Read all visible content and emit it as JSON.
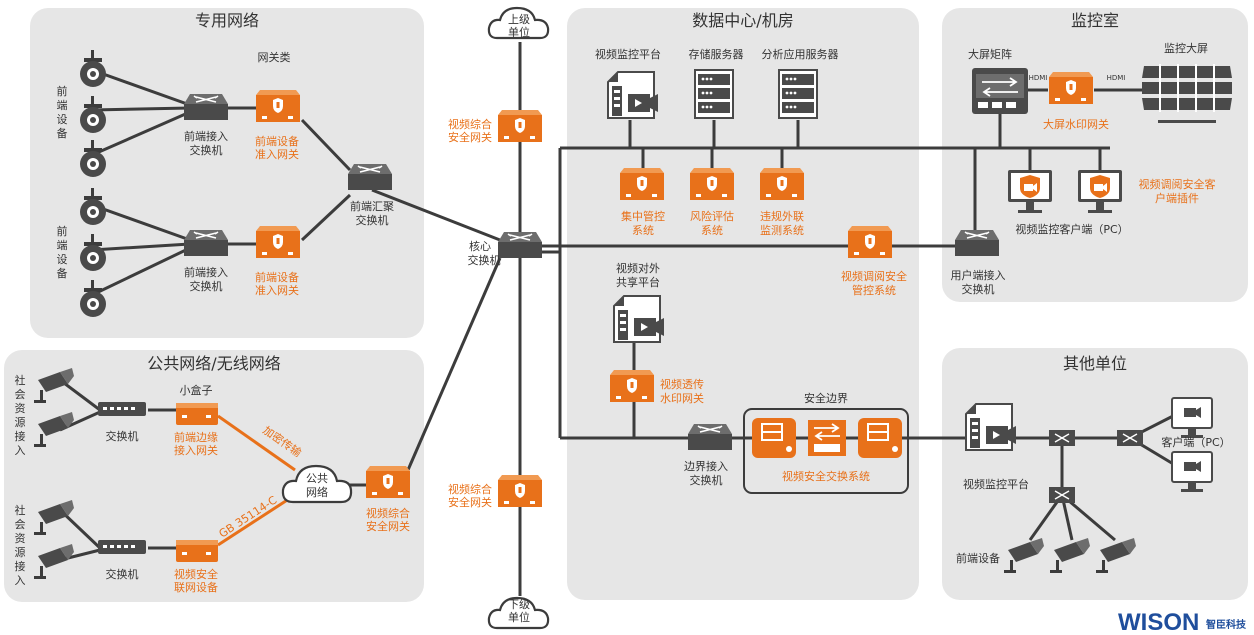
{
  "zones": {
    "private_net": "专用网络",
    "public_net": "公共网络/无线网络",
    "datacenter": "数据中心/机房",
    "monitor_room": "监控室",
    "other_units": "其他单位",
    "security_border": "安全边界"
  },
  "clouds": {
    "upper": "上级\n单位",
    "lower": "下级\n单位",
    "public": "公共\n网络"
  },
  "labels": {
    "gateway_class": "网关类",
    "front_device_1": "前\n端\n设\n备",
    "front_device_2": "前\n端\n设\n备",
    "access_switch_1": "前端接入\n交换机",
    "access_switch_2": "前端接入\n交换机",
    "access_gw_1": "前端设备\n准入网关",
    "access_gw_2": "前端设备\n准入网关",
    "agg_switch": "前端汇聚\n交换机",
    "core_switch": "核心\n交换机",
    "vs_gw_top": "视频综合\n安全网关",
    "vs_gw_bottom": "视频综合\n安全网关",
    "social_1": "社\n会\n资\n源\n接\n入",
    "social_2": "社\n会\n资\n源\n接\n入",
    "switch_pub_1": "交换机",
    "switch_pub_2": "交换机",
    "small_box": "小盒子",
    "edge_gw": "前端边缘\n接入网关",
    "encrypted": "加密传输",
    "gb": "GB 35114-C",
    "vs_device": "视频安全\n联网设备",
    "vs_gw_public": "视频综合\n安全网关",
    "video_platform": "视频监控平台",
    "storage_server": "存储服务器",
    "analysis_server": "分析应用服务器",
    "central_mgmt": "集中管控\n系统",
    "risk_eval": "风险评估\n系统",
    "violation": "违规外联\n监测系统",
    "share_platform": "视频对外\n共享平台",
    "watermark_gw": "视频透传\n水印网关",
    "video_review_mgmt": "视频调阅安全\n管控系统",
    "border_switch": "边界接入\n交换机",
    "vs_exchange": "视频安全交换系统",
    "screen_matrix": "大屏矩阵",
    "monitor_screen": "监控大屏",
    "hdmi_1": "HDMI",
    "hdmi_2": "HDMI",
    "screen_watermark_gw": "大屏水印网关",
    "client_plugin": "视频调阅安全客\n户端插件",
    "client_pc": "视频监控客户端（PC）",
    "user_switch": "用户端接入\n交换机",
    "other_platform": "视频监控平台",
    "other_client": "客户端（PC）",
    "other_front": "前端设备"
  },
  "logo": {
    "brand": "WISON",
    "cn": "智臣科技"
  },
  "colors": {
    "accent": "#e8711a",
    "line": "#3c3c3c",
    "zone": "#e6e6e6"
  },
  "icons": [
    "camera-icon",
    "switch-icon",
    "gateway-icon",
    "cloud-icon",
    "server-icon",
    "platform-icon",
    "monitor-icon",
    "video-wall-icon"
  ]
}
